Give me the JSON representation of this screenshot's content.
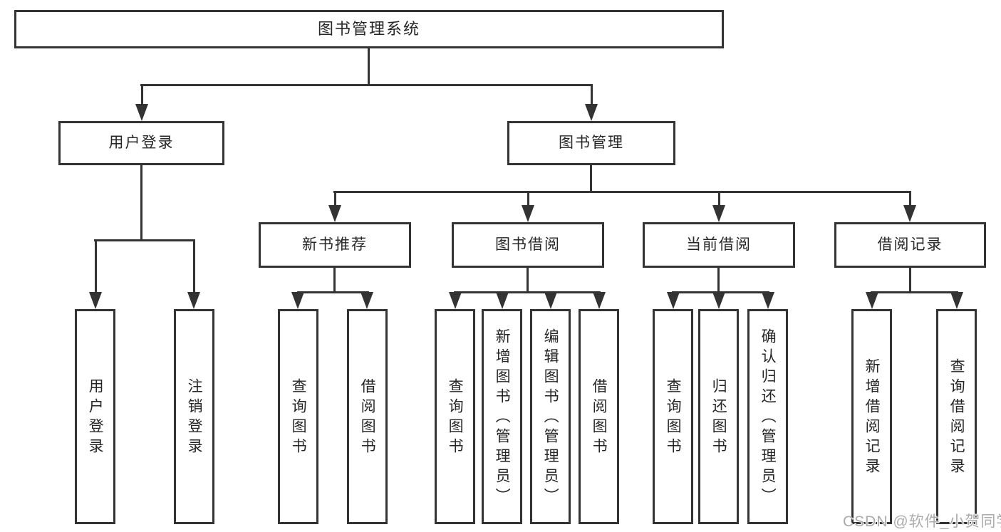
{
  "diagram": {
    "root": "图书管理系统",
    "level2": {
      "user_login": "用户登录",
      "book_management": "图书管理"
    },
    "level3": {
      "new_book_recommend": "新书推荐",
      "book_borrow": "图书借阅",
      "current_borrow": "当前借阅",
      "borrow_records": "借阅记录"
    },
    "leaves": {
      "user_login_children": [
        "用户登录",
        "注销登录"
      ],
      "recommend_children": [
        "查询图书",
        "借阅图书"
      ],
      "borrow_children": [
        "查询图书",
        "新增图书（管理员）",
        "编辑图书（管理员）",
        "借阅图书"
      ],
      "current_children": [
        "查询图书",
        "归还图书",
        "确认归还（管理员）"
      ],
      "records_children": [
        "新增借阅记录",
        "查询借阅记录"
      ]
    },
    "watermark": "CSDN @软件_小贺同学",
    "colors": {
      "line": "#333333",
      "text": "#262626",
      "background": "#ffffff",
      "watermark": "#ababab"
    }
  }
}
